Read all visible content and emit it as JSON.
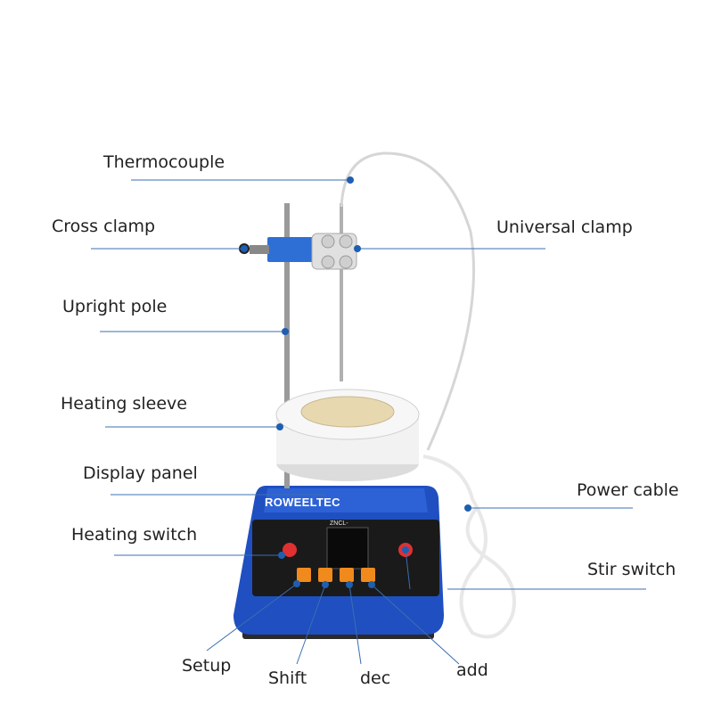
{
  "brand": "ROWEELTEC",
  "model": "ZNCL-",
  "colors": {
    "leader": "#3b6fb0",
    "dot": "#1f5fb0",
    "base_blue": "#1f4fc0",
    "panel": "#1a1a1a",
    "sleeve": "#f2f2f2",
    "button": "#f08a1c",
    "switch": "#e03030"
  },
  "labels": {
    "thermocouple": "Thermocouple",
    "cross_clamp": "Cross clamp",
    "universal_clamp": "Universal clamp",
    "upright_pole": "Upright pole",
    "heating_sleeve": "Heating sleeve",
    "display_panel": "Display panel",
    "power_cable": "Power cable",
    "heating_switch": "Heating switch",
    "stir_switch": "Stir switch",
    "setup": "Setup",
    "shift": "Shift",
    "dec": "dec",
    "add": "add"
  }
}
